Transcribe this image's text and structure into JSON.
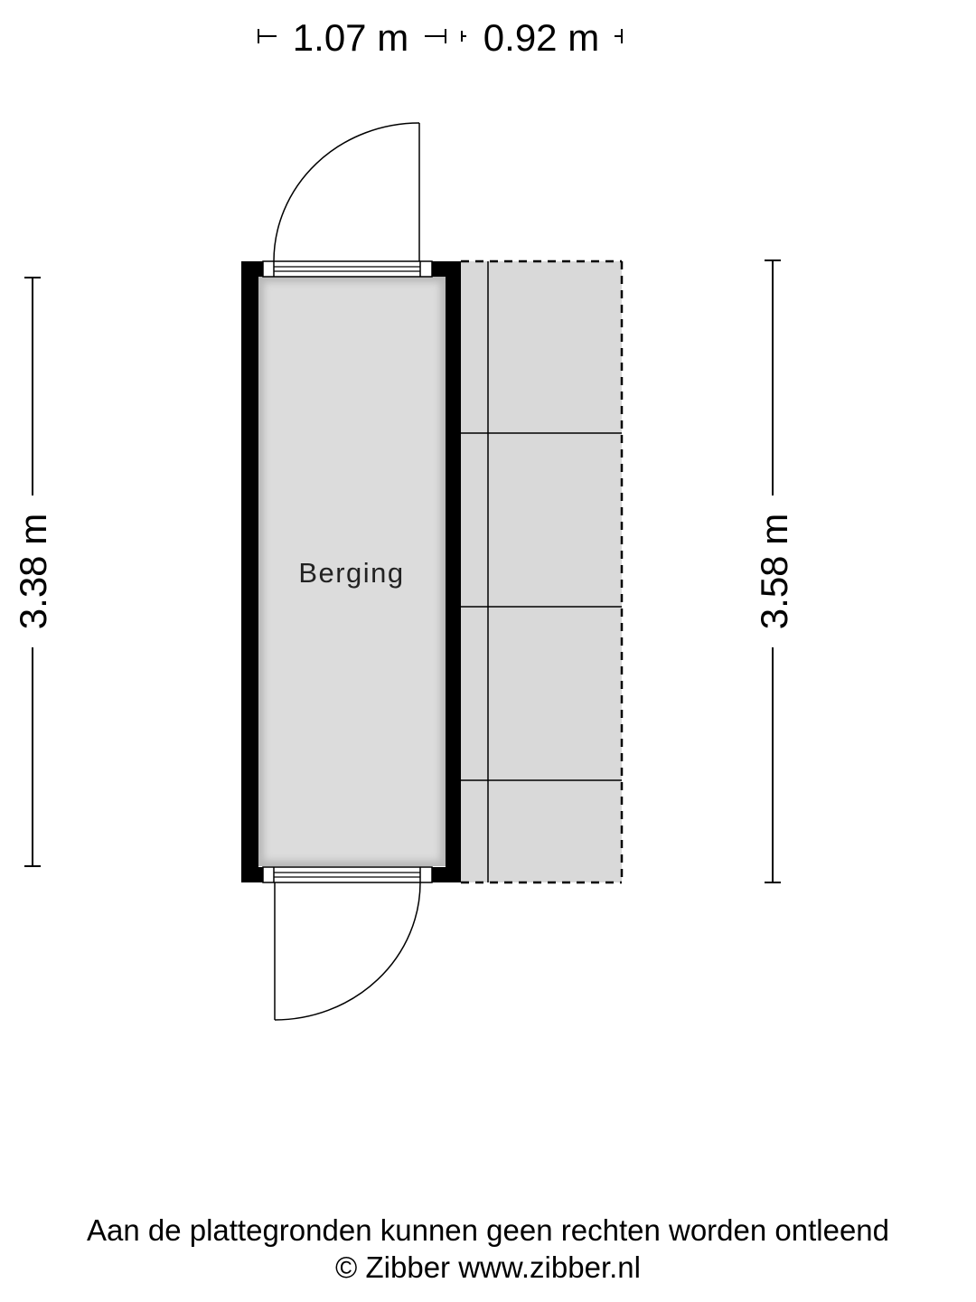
{
  "dimensions": {
    "top_left": "1.07 m",
    "top_right": "0.92 m",
    "left": "3.38 m",
    "right": "3.58 m"
  },
  "rooms": {
    "main": "Berging"
  },
  "footer": {
    "disclaimer": "Aan de plattegronden kunnen geen rechten worden ontleend",
    "credit": "© Zibber www.zibber.nl"
  },
  "colors": {
    "wall": "#000000",
    "room_fill": "#dcdcdc",
    "outdoor_fill": "#d9d9d9",
    "line": "#000000"
  }
}
